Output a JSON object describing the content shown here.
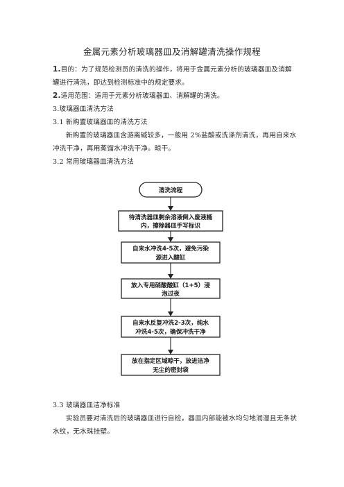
{
  "doc": {
    "title": "金属元素分析玻璃器皿及消解罐清洗操作规程",
    "s1_num": "1.",
    "s1_text": "目的：为了规范检测员的清洗的操作，将用于金属元素分析的玻璃器皿及消解罐进行清洗，即达到检测标准中的规定要求。",
    "s2_num": "2.",
    "s2_text": "适用范围：适用于元素分析玻璃器皿、消解罐的清洗。",
    "s3": "3.玻璃器皿清洗方法",
    "s31": "3.1  新购置玻璃器皿的清洗方法",
    "s31_body": "新购置的玻璃器皿含游离碱较多，一般用 2%盐酸或洗涤剂清洗，再用自来水冲洗干净，再用蒸馏水冲洗干净。晾干。",
    "s32": "3.2  常用玻璃器皿清洗方法",
    "s33": "3.3  玻璃器皿洁净标准",
    "s33_body": "实验员要对清洗后的玻璃器皿进行自检，器皿内部能被水均匀地润湿且无条状水纹，无水珠挂壁。"
  },
  "flow": {
    "start": "清洗流程",
    "step1": [
      "待清洗器皿剩余溶液倒入废液桶",
      "内，擦除器皿手写标识"
    ],
    "step2": [
      "自来水冲洗4-5次，避免污染",
      "源进入酸缸"
    ],
    "step3": [
      "放入专用硝酸酸缸（1+5）浸",
      "泡过夜"
    ],
    "step4": [
      "自来水反复冲洗2-3次，纯水",
      "冲洗4-5次，确保冲洗干净"
    ],
    "step5": [
      "放在指定区域晾干，放进洁净",
      "无尘的密封袋"
    ]
  }
}
